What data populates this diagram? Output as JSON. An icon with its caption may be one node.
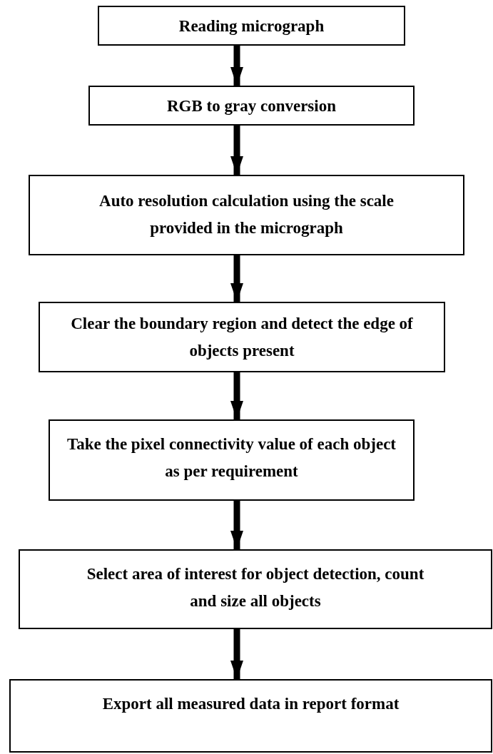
{
  "diagram": {
    "nodes": [
      {
        "text": [
          "Reading micrograph"
        ]
      },
      {
        "text": [
          "RGB to gray conversion"
        ]
      },
      {
        "text": [
          "Auto resolution calculation using the scale provided in the micrograph"
        ]
      },
      {
        "text": [
          "Clear the boundary region and detect the edge of objects present"
        ]
      },
      {
        "text": [
          "Take the pixel connectivity value of each object as per requirement"
        ]
      },
      {
        "text": [
          "Select area of interest for object detection, count and size all objects"
        ]
      },
      {
        "text": [
          "Export all measured data in report format"
        ]
      }
    ],
    "edges": [
      {
        "from": 0,
        "to": 1,
        "arrow": "to"
      },
      {
        "from": 1,
        "to": 2,
        "arrow": "to"
      },
      {
        "from": 2,
        "to": 3,
        "arrow": "to"
      },
      {
        "from": 3,
        "to": 4,
        "arrow": "to"
      },
      {
        "from": 4,
        "to": 5,
        "arrow": "to"
      },
      {
        "from": 5,
        "to": 6,
        "arrow": "to"
      }
    ]
  }
}
